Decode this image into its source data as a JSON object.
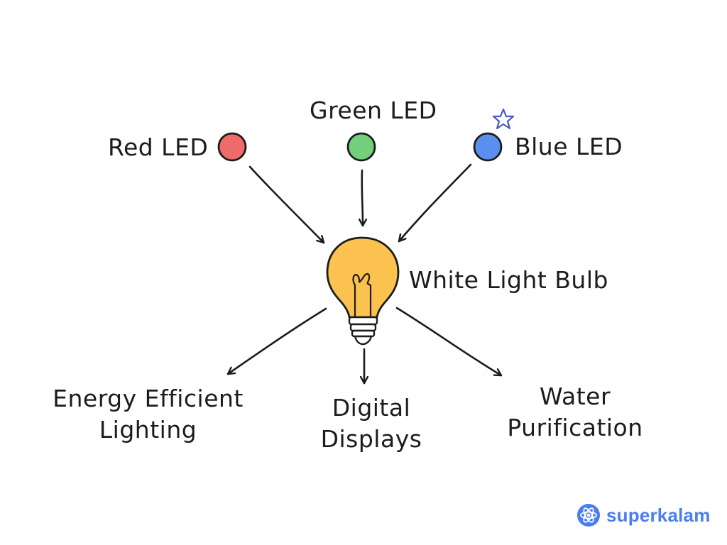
{
  "inputs": {
    "red": {
      "label": "Red LED",
      "color": "#ef6b6b"
    },
    "green": {
      "label": "Green LED",
      "color": "#72d07c"
    },
    "blue": {
      "label": "Blue LED",
      "color": "#5a8ff0"
    }
  },
  "center": {
    "label": "White Light Bulb",
    "bulb_color": "#fbc24f"
  },
  "outputs": {
    "energy": {
      "line1": "Energy Efficient",
      "line2": "Lighting"
    },
    "digital": {
      "line1": "Digital",
      "line2": "Displays"
    },
    "water": {
      "line1": "Water",
      "line2": "Purification"
    }
  },
  "brand": {
    "name": "superkalam",
    "color": "#4a7df0"
  },
  "colors": {
    "ink": "#1c1c1c",
    "star": "#4a5dbf"
  }
}
